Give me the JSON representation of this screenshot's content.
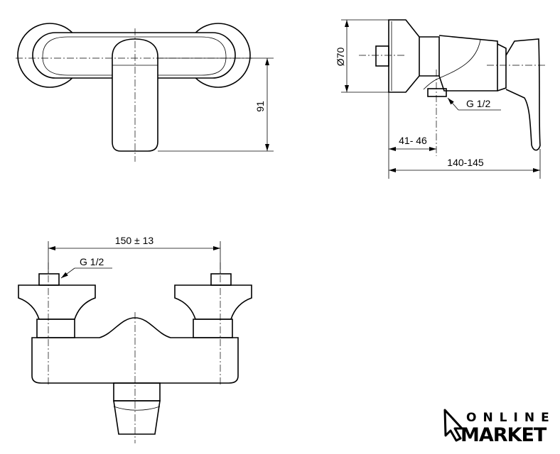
{
  "front_view": {
    "height_dim": "91"
  },
  "side_view": {
    "diameter_dim": "Ø70",
    "connection_label": "G 1/2",
    "wall_dim": "41- 46",
    "depth_dim": "140-145"
  },
  "top_view": {
    "spacing_dim": "150 ± 13",
    "connection_label": "G 1/2"
  },
  "logo": {
    "line1": "ONLINE",
    "line2": "MARKET"
  }
}
